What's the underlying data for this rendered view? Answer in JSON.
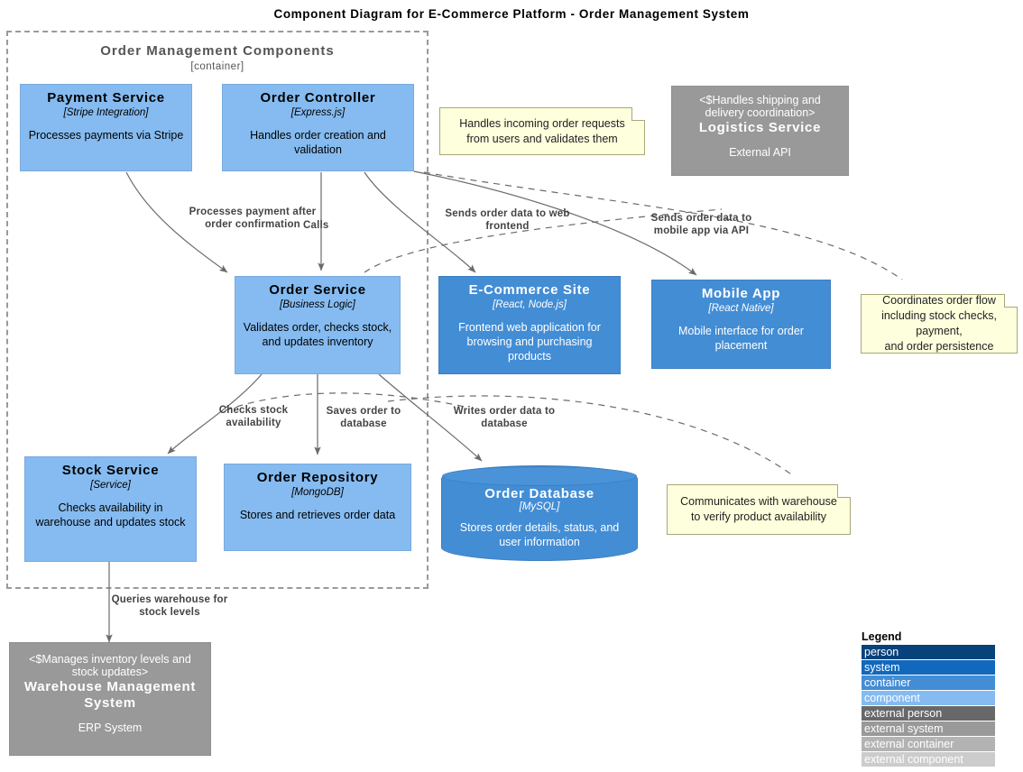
{
  "title": "Component Diagram for E-Commerce Platform - Order Management System",
  "boundary": {
    "title": "Order Management Components",
    "subtitle": "[container]"
  },
  "nodes": {
    "payment_service": {
      "title": "Payment Service",
      "tech": "[Stripe Integration]",
      "desc": "Processes payments via Stripe"
    },
    "order_controller": {
      "title": "Order Controller",
      "tech": "[Express.js]",
      "desc": "Handles order creation and validation"
    },
    "order_service": {
      "title": "Order Service",
      "tech": "[Business Logic]",
      "desc": "Validates order, checks stock, and updates inventory"
    },
    "stock_service": {
      "title": "Stock Service",
      "tech": "[Service]",
      "desc": "Checks availability in warehouse and updates stock"
    },
    "order_repository": {
      "title": "Order Repository",
      "tech": "[MongoDB]",
      "desc": "Stores and retrieves order data"
    },
    "order_database": {
      "title": "Order Database",
      "tech": "[MySQL]",
      "desc": "Stores order details, status, and user information"
    },
    "ecommerce_site": {
      "title": "E-Commerce Site",
      "tech": "[React, Node.js]",
      "desc": "Frontend web application for browsing and purchasing products"
    },
    "mobile_app": {
      "title": "Mobile App",
      "tech": "[React Native]",
      "desc": "Mobile interface for order placement"
    },
    "logistics_service": {
      "pre": "<$Handles shipping and delivery coordination>",
      "title": "Logistics Service",
      "desc": "External API"
    },
    "warehouse_system": {
      "pre": "<$Manages inventory levels and stock updates>",
      "title": "Warehouse Management System",
      "desc": "ERP System"
    }
  },
  "notes": {
    "order_controller_note": "Handles incoming order requests\nfrom users and validates them",
    "order_service_note": "Coordinates order flow including stock checks, payment,\nand order persistence",
    "stock_service_note": "Communicates with warehouse\nto verify product availability"
  },
  "edges": [
    {
      "id": "processes-payment",
      "label": "Processes payment after order confirmation"
    },
    {
      "id": "calls",
      "label": "Calls"
    },
    {
      "id": "sends-web",
      "label": "Sends order data to web frontend"
    },
    {
      "id": "sends-mobile",
      "label": "Sends order data to mobile app via API"
    },
    {
      "id": "checks-stock",
      "label": "Checks stock availability"
    },
    {
      "id": "saves-order",
      "label": "Saves order to database"
    },
    {
      "id": "writes-order",
      "label": "Writes order data to database"
    },
    {
      "id": "queries-warehouse",
      "label": "Queries warehouse for stock levels"
    }
  ],
  "legend": {
    "title": "Legend",
    "items": [
      {
        "label": "person",
        "color": "#08427b"
      },
      {
        "label": "system",
        "color": "#1168bd"
      },
      {
        "label": "container",
        "color": "#438dd5"
      },
      {
        "label": "component",
        "color": "#85bbf0"
      },
      {
        "label": "external person",
        "color": "#686868"
      },
      {
        "label": "external system",
        "color": "#999999"
      },
      {
        "label": "external container",
        "color": "#b3b3b3"
      },
      {
        "label": "external component",
        "color": "#cccccc"
      }
    ]
  }
}
